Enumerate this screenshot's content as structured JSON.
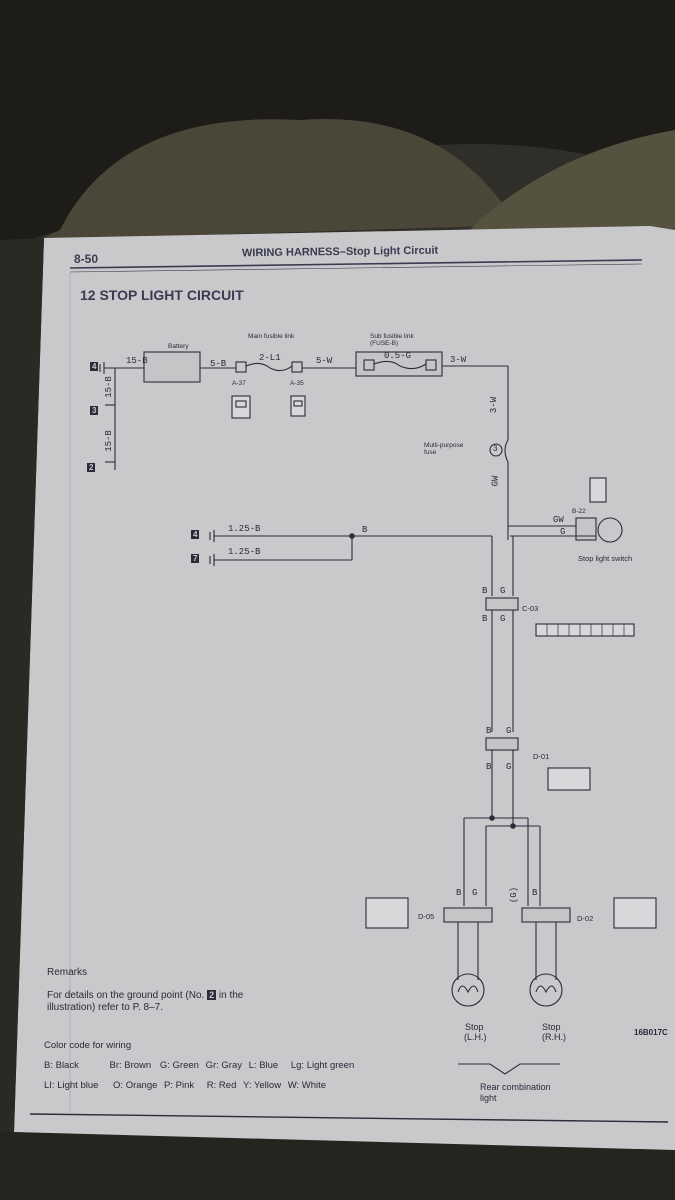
{
  "header": {
    "page_number": "8-50",
    "title": "WIRING HARNESS–Stop Light Circuit"
  },
  "section_title": "12  STOP LIGHT CIRCUIT",
  "components": {
    "battery": "Battery",
    "main_fusible_link": "Main fusible link",
    "sub_fusible_link_1": "Sub fusible link",
    "sub_fusible_link_2": "(FUSE-B)",
    "multipurpose_fuse_1": "Multi-purpose",
    "multipurpose_fuse_2": "fuse",
    "fuse_number": "3",
    "stop_light_switch": "Stop light switch",
    "stop_lh_1": "Stop",
    "stop_lh_2": "(L.H.)",
    "stop_rh_1": "Stop",
    "stop_rh_2": "(R.H.)",
    "rear_combination_1": "Rear combination",
    "rear_combination_2": "light"
  },
  "connectors": {
    "a37": "A-37",
    "a35": "A-35",
    "b22": "B-22",
    "c03": "C-03",
    "d01": "D-01",
    "d05": "D-05",
    "d02": "D-02"
  },
  "wires": {
    "w_15b_top": "15-B",
    "w_5b": "5-B",
    "w_2l1": "2-L1",
    "w_5w": "5-W",
    "w_05g": "0.5-G",
    "w_3w_h": "3-W",
    "w_3w_v": "3-W",
    "w_gw_v": "GW",
    "w_gw_sw": "GW",
    "w_g_sw": "G",
    "w_15b_v1": "15-B",
    "w_15b_v2": "15-B",
    "w_125b_1": "1.25-B",
    "w_125b_2": "1.25-B",
    "w_b_mid": "B",
    "w_c03_b": "B",
    "w_c03_g": "G",
    "w_c03_b2": "B",
    "w_c03_g2": "G",
    "w_d01_b": "B",
    "w_d01_g": "G",
    "w_d01_b2": "B",
    "w_d01_g2": "G",
    "w_lh_b": "B",
    "w_lh_g": "G",
    "w_rh_g": "(G)",
    "w_rh_b": "B"
  },
  "ground_points": {
    "g4a": "4",
    "g3": "3",
    "g2": "2",
    "g4b": "4",
    "g7": "7"
  },
  "remarks": {
    "title": "Remarks",
    "line1_a": "For details on the ground point (No.",
    "line1_num": "2",
    "line1_b": "in the",
    "line2": "illustration) refer to P. 8–7."
  },
  "color_code": {
    "title": "Color code for wiring",
    "row1": [
      "B:  Black",
      "Br: Brown",
      "G: Green",
      "Gr: Gray",
      "L: Blue",
      "Lg:  Light green"
    ],
    "row2": [
      "LI:  Light blue",
      "O: Orange",
      "P: Pink",
      "R: Red",
      "Y: Yellow",
      "W: White"
    ]
  },
  "figure_code": "16B017C"
}
